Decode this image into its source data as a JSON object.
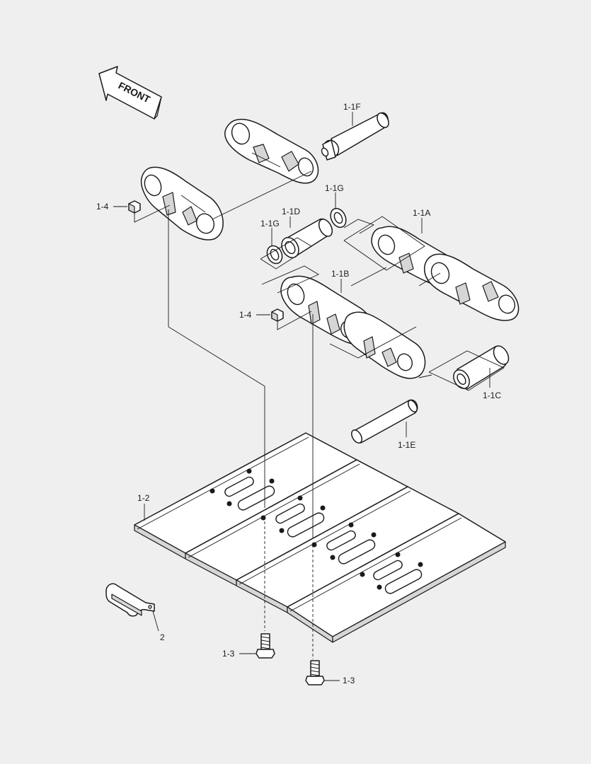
{
  "orientation": {
    "label": "FRONT"
  },
  "callouts": {
    "c_1_1F": "1-1F",
    "c_1_1G_top": "1-1G",
    "c_1_1D": "1-1D",
    "c_1_1G_left": "1-1G",
    "c_1_1A": "1-1A",
    "c_1_4_top": "1-4",
    "c_1_1B": "1-1B",
    "c_1_4_mid": "1-4",
    "c_1_1C": "1-1C",
    "c_1_1E": "1-1E",
    "c_1_2": "1-2",
    "c_2": "2",
    "c_1_3_left": "1-3",
    "c_1_3_right": "1-3"
  }
}
